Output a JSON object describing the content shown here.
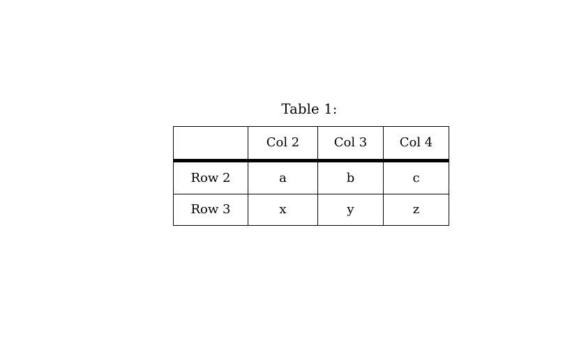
{
  "document": {
    "background_color": "#ffffff",
    "text_color": "#000000"
  },
  "caption": {
    "text": "Table 1:"
  },
  "table": {
    "columns": [
      "",
      "Col 2",
      "Col 3",
      "Col 4"
    ],
    "header": {
      "cell_1": "",
      "cell_2": "Col 2",
      "cell_3": "Col 3",
      "cell_4": "Col 4"
    },
    "rows": [
      {
        "cell_1": "Row 2",
        "cell_2": "a",
        "cell_3": "b",
        "cell_4": "c"
      },
      {
        "cell_1": "Row 3",
        "cell_2": "x",
        "cell_3": "y",
        "cell_4": "z"
      }
    ],
    "rules": {
      "thick_horizontal_under_header": true,
      "thick_vertical_after_column_2": true,
      "border_color": "#000000"
    }
  }
}
